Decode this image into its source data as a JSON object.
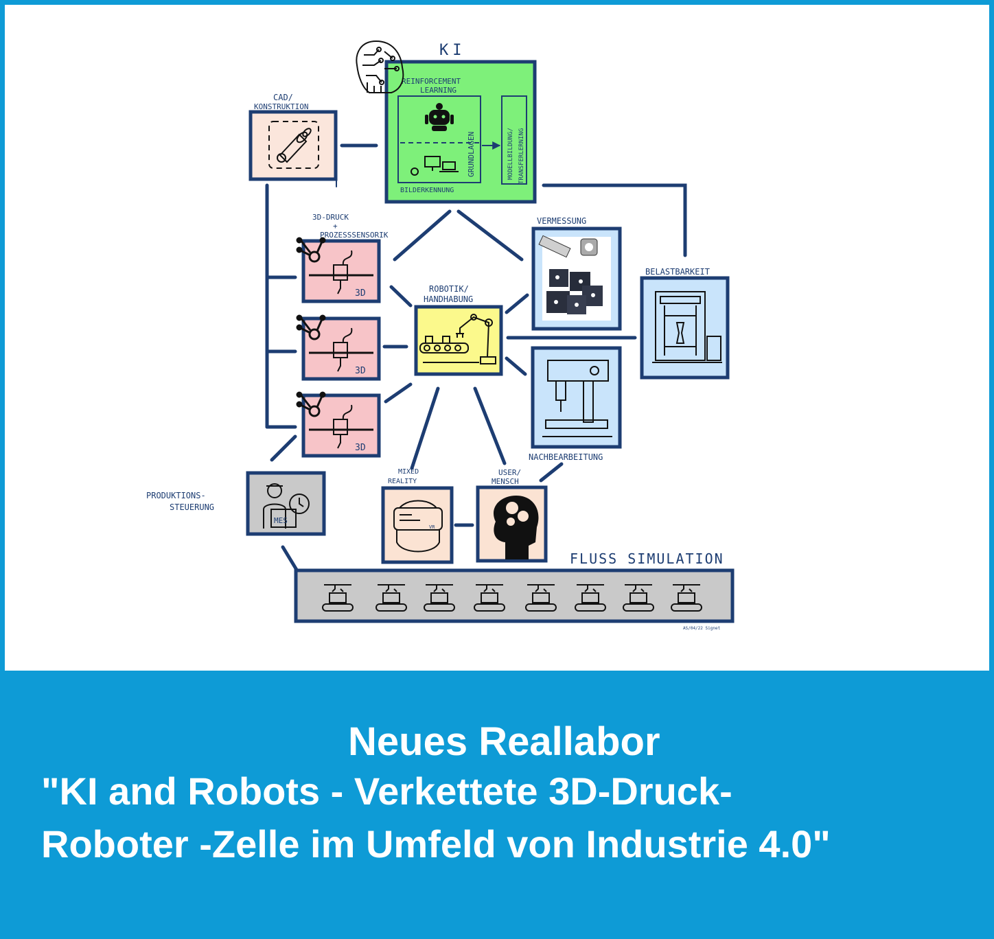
{
  "diagram": {
    "ki": {
      "label": "KI",
      "reinforcement": "REINFORCEMENT",
      "learning": "LEARNING",
      "grundlagen": "GRUNDLAGEN",
      "modell": "MODELLBILDUNG/",
      "transfer": "TRANSFERLERNING",
      "bild": "BILDERKENNUNG"
    },
    "cad": {
      "line1": "CAD/",
      "line2": "KONSTRUKTION"
    },
    "druck": {
      "line1": "3D-DRUCK",
      "line2": "+",
      "line3": "PROZESSSENSORIK",
      "tag": "3D"
    },
    "robotik": {
      "line1": "ROBOTIK/",
      "line2": "HANDHABUNG"
    },
    "vermessung": "VERMESSUNG",
    "belastbarkeit": "BELASTBARKEIT",
    "nachbearbeitung": "NACHBEARBEITUNG",
    "produktion": {
      "line1": "PRODUKTIONS-",
      "line2": "STEUERUNG",
      "mes": "MES"
    },
    "mixed": {
      "line1": "MIXED",
      "line2": "REALITY",
      "vr": "VR"
    },
    "user": {
      "line1": "USER/",
      "line2": "MENSCH"
    },
    "fluss": "FLUSS SIMULATION",
    "signature": "AS/04/22 Signet"
  },
  "title": {
    "line1": "Neues Reallabor",
    "line2": "\"KI and Robots - Verkettete 3D-Druck-",
    "line3": "Roboter -Zelle im Umfeld von Industrie 4.0\""
  },
  "colors": {
    "frame": "#0e9bd6",
    "navy": "#1d3d72",
    "ki_green": "#7ef07a",
    "cad_peach": "#fbe6dc",
    "druck_pink": "#f7c4c8",
    "robot_yellow": "#fbf98c",
    "tool_blue": "#c9e4fb",
    "gray_box": "#c9c9c9",
    "user_peach": "#fbe3d3"
  }
}
